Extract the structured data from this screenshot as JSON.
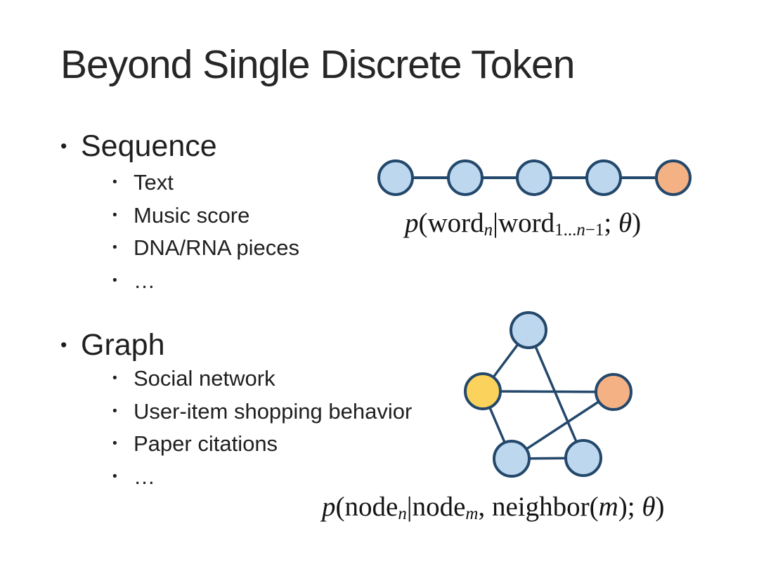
{
  "slide": {
    "title": "Beyond Single Discrete Token"
  },
  "ui": {
    "bullet": "•"
  },
  "outline": {
    "groups": [
      {
        "label": "Sequence",
        "items": [
          "Text",
          "Music score",
          "DNA/RNA pieces",
          "…"
        ]
      },
      {
        "label": "Graph",
        "items": [
          "Social network",
          "User-item shopping behavior",
          "Paper citations",
          "…"
        ]
      }
    ]
  },
  "sequence_diagram": {
    "type": "node-chain",
    "node_count": 5,
    "node_colors": [
      "blue",
      "blue",
      "blue",
      "blue",
      "orange"
    ],
    "connected_in_line": true
  },
  "graph_diagram": {
    "type": "node-graph",
    "nodes": [
      {
        "id": "top",
        "color": "blue"
      },
      {
        "id": "left",
        "color": "yellow"
      },
      {
        "id": "right",
        "color": "orange"
      },
      {
        "id": "bottom-left",
        "color": "blue"
      },
      {
        "id": "bottom-right",
        "color": "blue"
      }
    ],
    "edges": [
      [
        "left",
        "top"
      ],
      [
        "top",
        "bottom-right"
      ],
      [
        "left",
        "right"
      ],
      [
        "left",
        "bottom-left"
      ],
      [
        "bottom-left",
        "bottom-right"
      ],
      [
        "bottom-left",
        "right"
      ]
    ]
  },
  "formulas": {
    "sequence": {
      "text": "p(wordₙ|word₁...ₙ₋₁; θ)",
      "tokens": [
        [
          "p",
          "i"
        ],
        [
          "(",
          ""
        ],
        [
          "word",
          ""
        ],
        [
          "n",
          "subi"
        ],
        [
          "|",
          ""
        ],
        [
          "word",
          ""
        ],
        [
          "1...",
          "sub"
        ],
        [
          "n",
          "subi"
        ],
        [
          "−1",
          "sub"
        ],
        [
          "; ",
          ""
        ],
        [
          "θ",
          "i"
        ],
        [
          ")",
          ""
        ]
      ]
    },
    "graph": {
      "text": "p(nodeₙ|nodeₘ, neighbor(m); θ)",
      "tokens": [
        [
          "p",
          "i"
        ],
        [
          "(",
          ""
        ],
        [
          "node",
          ""
        ],
        [
          "n",
          "subi"
        ],
        [
          "|",
          ""
        ],
        [
          "node",
          ""
        ],
        [
          "m",
          "subi"
        ],
        [
          ", ",
          ""
        ],
        [
          "neighbor",
          ""
        ],
        [
          "(",
          ""
        ],
        [
          "m",
          "i"
        ],
        [
          ")",
          ""
        ],
        [
          "; ",
          ""
        ],
        [
          "θ",
          "i"
        ],
        [
          ")",
          ""
        ]
      ]
    }
  },
  "colors": {
    "node_blue": "#BDD7EE",
    "node_orange": "#F4B183",
    "node_yellow": "#FBD35C",
    "node_outline": "#24486B",
    "edge": "#24486B"
  }
}
